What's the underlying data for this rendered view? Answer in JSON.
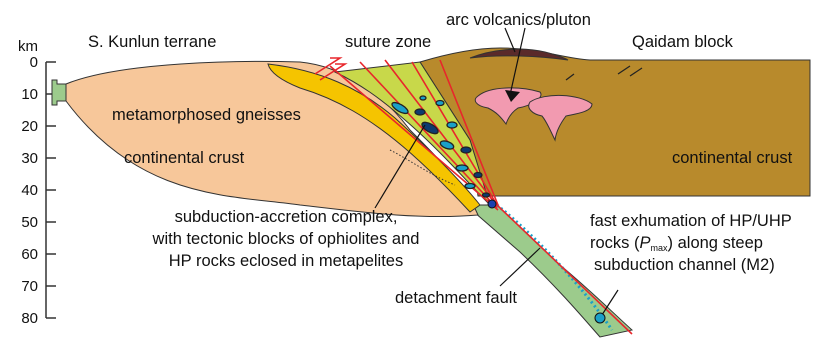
{
  "axis": {
    "unit": "km",
    "ticks": [
      "0",
      "10",
      "20",
      "30",
      "40",
      "50",
      "60",
      "70",
      "80"
    ]
  },
  "labels": {
    "s_kunlun": "S. Kunlun terrane",
    "suture_zone": "suture zone",
    "arc": "arc volcanics/pluton",
    "qaidam": "Qaidam block",
    "gneisses": "metamorphosed gneisses",
    "crust_left": "continental crust",
    "crust_right": "continental crust",
    "complex_lines": [
      "subduction-accretion complex,",
      "with tectonic blocks of ophiolites and",
      "HP rocks eclosed in metapelites"
    ],
    "detachment": "detachment fault",
    "exhumation": {
      "line1": "fast exhumation of HP/UHP",
      "line2_a": "rocks (",
      "line2_p": "P",
      "line2_sub": "max",
      "line2_b": ") along steep",
      "line3": "subduction channel (M2)"
    }
  },
  "colors": {
    "continental_crust_left": "#f7c79a",
    "qaidam_crust": "#b88a2c",
    "yellow_layer": "#f5c400",
    "accretion_complex": "#c8d84a",
    "slab_green": "#9ccb8c",
    "fault_red": "#e8262b",
    "pluton_pink": "#f29ab0",
    "volcanic_dark": "#5a2a2a",
    "block_blue": "#1aa0c8"
  }
}
